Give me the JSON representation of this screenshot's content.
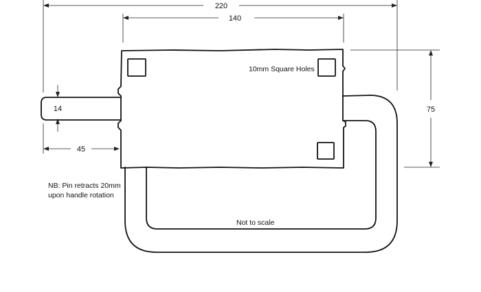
{
  "drawing": {
    "dimensions": {
      "overall_width": "220",
      "plate_width": "140",
      "pin_diameter": "14",
      "pin_length": "45",
      "plate_height": "75"
    },
    "labels": {
      "holes": "10mm Square Holes",
      "note_line1": "NB: Pin retracts 20mm",
      "note_line2": "upon handle rotation",
      "scale": "Not to scale"
    },
    "colors": {
      "line": "#111111",
      "background": "#ffffff"
    }
  }
}
